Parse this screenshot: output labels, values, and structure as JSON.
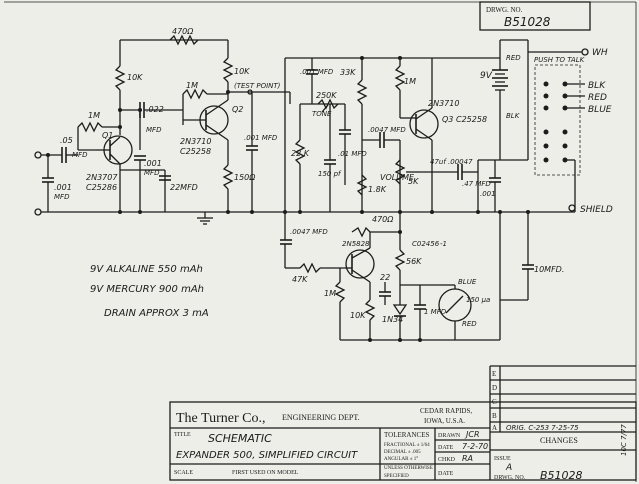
{
  "drawing_number_header": {
    "label": "DRWG. NO.",
    "value": "B51028"
  },
  "components": {
    "r_470_top": "470Ω",
    "r_10k_q1": "10K",
    "r_1m_q1": "1M",
    "c_022": ".022",
    "mfd": "MFD",
    "c_05": ".05",
    "c_001_in": ".001",
    "q1_label": "Q1",
    "q1_part": "2N3707",
    "q1_code": "C25286",
    "c_001_mid": ".001",
    "c_22mfd": "22MFD",
    "r_1m_q2": "1M",
    "r_10k_q2": "10K",
    "test_point": "(TEST POINT)",
    "q2_label": "Q2",
    "q2_part": "2N3710",
    "q2_code": "C25258",
    "r_150": "150Ω",
    "c_001_q2": ".001 MFD",
    "c_001mfd_tone": ".001 MFD",
    "r_33k": "33K",
    "r_250k": "250K",
    "tone": "TONE",
    "r_22k": "22 K",
    "c_150": "150 pf",
    "c_01mfd": ".01 MFD",
    "c_0047": ".0047 MFD",
    "r_18k": "1.8K",
    "volume": "VOLUME",
    "r_5k": "5K",
    "r_1m_q3": "1M",
    "q3_label": "Q3",
    "q3_part": "2N3710",
    "q3_code": "C25258",
    "c_47uf": "47uf .00047",
    "c_47_right": ".47 MFD",
    "c_001_right": ".001",
    "battery": "9V",
    "red": "RED",
    "blk": "BLK",
    "push_to_talk": "PUSH TO TALK",
    "wh": "WH",
    "blk_wire": "BLK",
    "red_wire": "RED",
    "blue_wire": "BLUE",
    "shield": "SHIELD",
    "c_0047_low": ".0047 MFD",
    "r_47k": "47K",
    "r_470_low": "470Ω",
    "q4_part": "2N5828",
    "q4_code": "C02456",
    "q4_num": "-1",
    "r_56k": "56K",
    "blue_meter": "BLUE",
    "meter": "150 µa",
    "red_meter": "RED",
    "r_1m_low": "1M",
    "c_22_low": "22",
    "r_10k_low": "10K",
    "diode": "1N34",
    "c_1mfd": "1 MFD",
    "c_10mfd": "10MFD."
  },
  "handwritten_notes": [
    "9V  ALKALINE  550 mAh",
    "9V  MERCURY     900 mAh",
    "DRAIN  APPROX  3 mA"
  ],
  "title_block": {
    "company": "The Turner Co.,",
    "dept": "ENGINEERING DEPT.",
    "city": "CEDAR RAPIDS,",
    "state": "IOWA, U.S.A.",
    "title_label": "TITLE",
    "title": "SCHEMATIC",
    "subtitle": "EXPANDER 500, SIMPLIFIED CIRCUIT",
    "scale_label": "SCALE",
    "first_used": "FIRST USED ON MODEL",
    "tolerances": "TOLERANCES",
    "fractional": "FRACTIONAL ± 1/64",
    "decimal": "DECIMAL ± .005",
    "angular": "ANGULAR ± 1°",
    "unless": "UNLESS OTHERWISE",
    "specified": "SPECIFIED",
    "drawn_label": "DRAWN",
    "drawn_value": "JCR",
    "date_label": "DATE",
    "date_value": "7-2-70",
    "chkd_label": "CHKD",
    "chkd_value": "RA",
    "date2_label": "DATE",
    "rev_letters": [
      "E",
      "D",
      "C",
      "B",
      "A"
    ],
    "rev_a_text": "ORIG. C-253  7-25-75",
    "changes": "CHANGES",
    "issue_label": "ISSUE",
    "issue_value": "A",
    "drwg_label": "DRWG. NO.",
    "drwg_value": "B51028",
    "side_note": "10C 7/77"
  }
}
